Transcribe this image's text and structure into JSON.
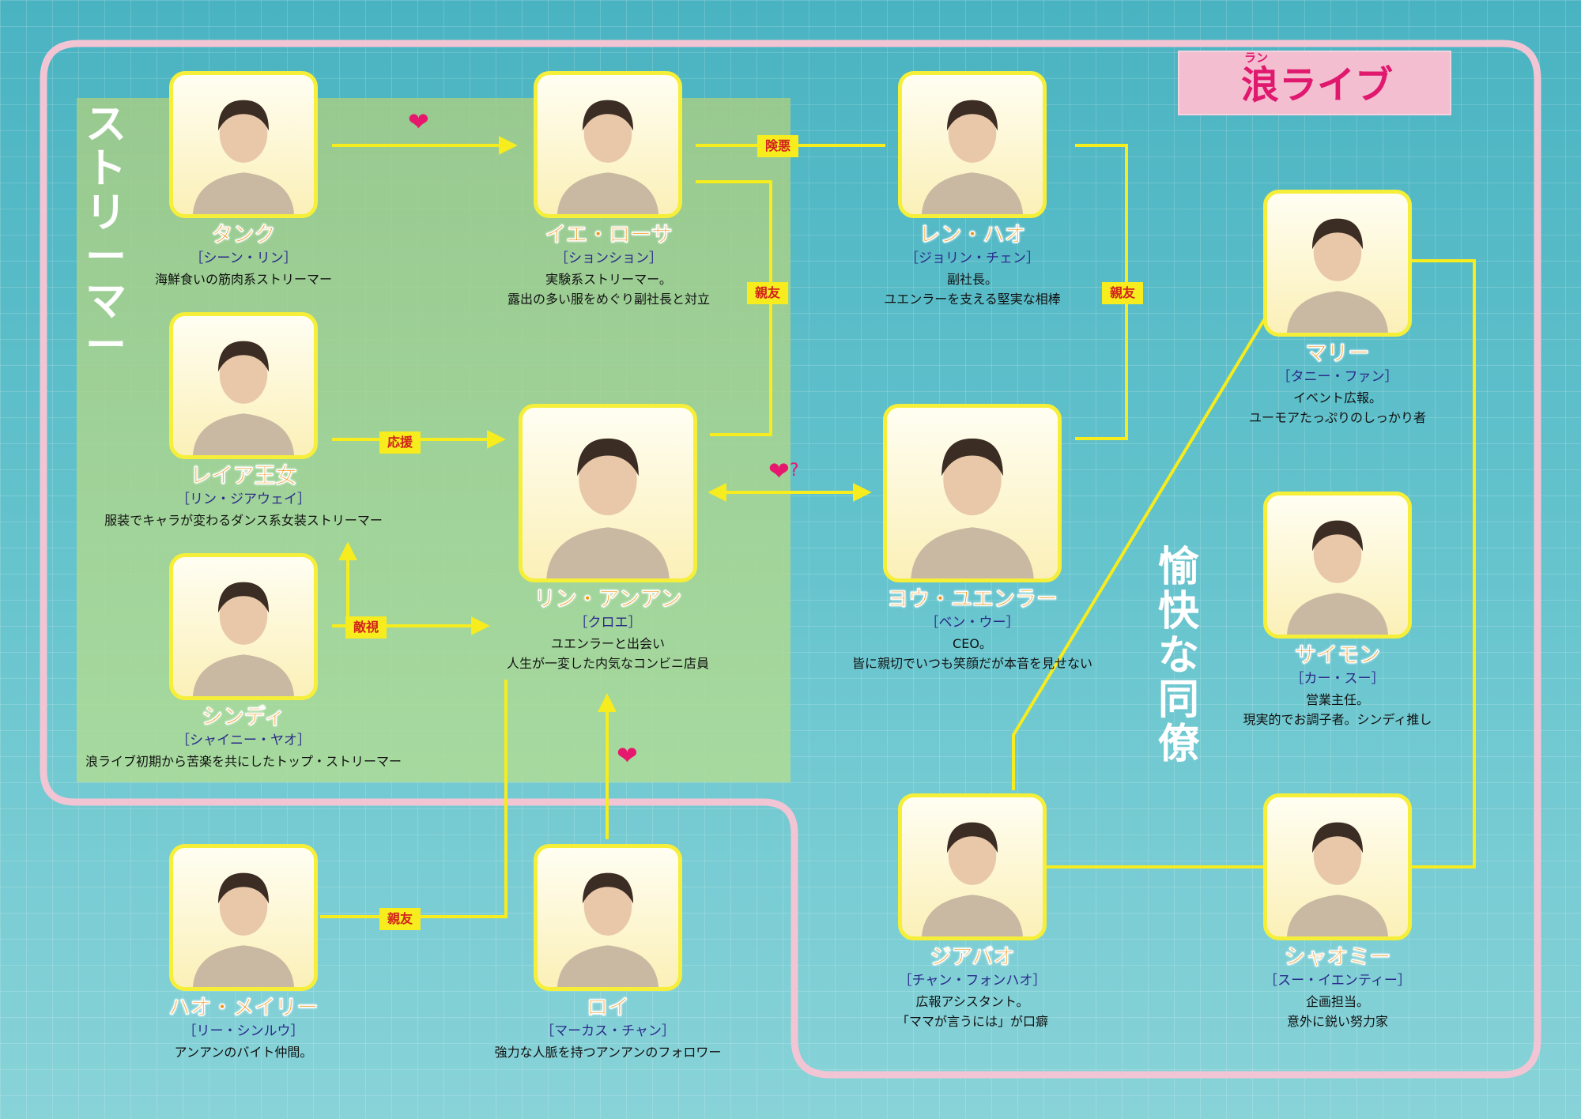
{
  "company": {
    "ruby": "ラン",
    "name": "浪ライブ"
  },
  "groups": {
    "streamer": "ストリーマー",
    "colleagues": "愉快な同僚"
  },
  "characters": {
    "tank": {
      "name": "タンク",
      "actor": "［シーン・リン］",
      "desc": [
        "海鮮食いの筋肉系ストリーマー"
      ]
    },
    "yerosa": {
      "name": "イエ・ローサ",
      "actor": "［ションション］",
      "desc": [
        "実験系ストリーマー。",
        "露出の多い服をめぐり副社長と対立"
      ]
    },
    "renhao": {
      "name": "レン・ハオ",
      "actor": "［ジョリン・チェン］",
      "desc": [
        "副社長。",
        "ユエンラーを支える堅実な相棒"
      ]
    },
    "leia": {
      "name": "レイア王女",
      "actor": "［リン・ジアウェイ］",
      "desc": [
        "服装でキャラが変わるダンス系女装ストリーマー"
      ]
    },
    "cindy": {
      "name": "シンディ",
      "actor": "［シャイニー・ヤオ］",
      "desc": [
        "浪ライブ初期から苦楽を共にしたトップ・ストリーマー"
      ]
    },
    "linanan": {
      "name": "リン・アンアン",
      "actor": "［クロエ］",
      "desc": [
        "ユエンラーと出会い",
        "人生が一変した内気なコンビニ店員"
      ]
    },
    "yuyuenle": {
      "name": "ヨウ・ユエンラー",
      "actor": "［ベン・ウー］",
      "desc": [
        "CEO。",
        "皆に親切でいつも笑顔だが本音を見せない"
      ]
    },
    "mary": {
      "name": "マリー",
      "actor": "［タニー・ファン］",
      "desc": [
        "イベント広報。",
        "ユーモアたっぷりのしっかり者"
      ]
    },
    "simon": {
      "name": "サイモン",
      "actor": "［カー・スー］",
      "desc": [
        "営業主任。",
        "現実的でお調子者。シンディ推し"
      ]
    },
    "haomeili": {
      "name": "ハオ・メイリー",
      "actor": "［リー・シンルウ］",
      "desc": [
        "アンアンのバイト仲間。"
      ]
    },
    "roy": {
      "name": "ロイ",
      "actor": "［マーカス・チャン］",
      "desc": [
        "強力な人脈を持つアンアンのフォロワー"
      ]
    },
    "jiabao": {
      "name": "ジアバオ",
      "actor": "［チャン・フォンハオ］",
      "desc": [
        "広報アシスタント。",
        "「ママが言うには」が口癖"
      ]
    },
    "xiaomi": {
      "name": "シャオミー",
      "actor": "［スー・イエンティー］",
      "desc": [
        "企画担当。",
        "意外に鋭い努力家"
      ]
    }
  },
  "relations": {
    "heart": "❤",
    "heart_q": "?",
    "kenaku": "険悪",
    "shinyu": "親友",
    "ouen": "応援",
    "tekishi": "敵視"
  },
  "colors": {
    "line_yellow": "#f7ec1d",
    "frame_pink": "#f2c5d4",
    "name_orange": "#f49410",
    "heart": "#e6186e"
  }
}
